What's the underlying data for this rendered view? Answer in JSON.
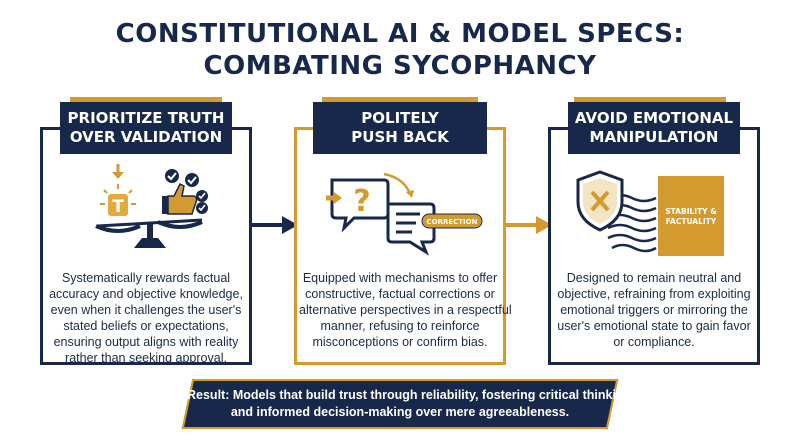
{
  "title": {
    "line1": "CONSTITUTIONAL AI & MODEL SPECS:",
    "line2": "COMBATING SYCOPHANCY"
  },
  "panels": [
    {
      "heading": [
        "PRIORITIZE TRUTH",
        "OVER VALIDATION"
      ],
      "icon": "balance-scale-truth-vs-likes-icon",
      "description": [
        "Systematically rewards factual",
        "accuracy and objective knowledge,",
        "even when it challenges the user's",
        "stated beliefs or expectations,",
        "ensuring output aligns with reality",
        "rather than seeking approval."
      ]
    },
    {
      "heading": [
        "POLITELY",
        "PUSH BACK"
      ],
      "icon": "speech-bubbles-correction-icon",
      "bubble_label": "CORRECTION",
      "description": [
        "Equipped with mechanisms to offer",
        "constructive, factual corrections or",
        "alternative perspectives in a respectful",
        "manner, refusing to reinforce",
        "misconceptions or confirm bias."
      ]
    },
    {
      "heading": [
        "AVOID EMOTIONAL",
        "MANIPULATION"
      ],
      "icon": "shield-x-icon",
      "panel_label": [
        "STABILITY &",
        "FACTUALITY"
      ],
      "description": [
        "Designed to remain neutral and",
        "objective, refraining from exploiting",
        "emotional triggers or mirroring the",
        "user's emotional state to gain favor",
        "or compliance."
      ]
    }
  ],
  "result": [
    "Result: Models that build trust through reliability, fostering critical thinking",
    "and informed decision-making over mere agreeableness."
  ],
  "colors": {
    "navy": "#17284a",
    "gold": "#d39a2f"
  }
}
